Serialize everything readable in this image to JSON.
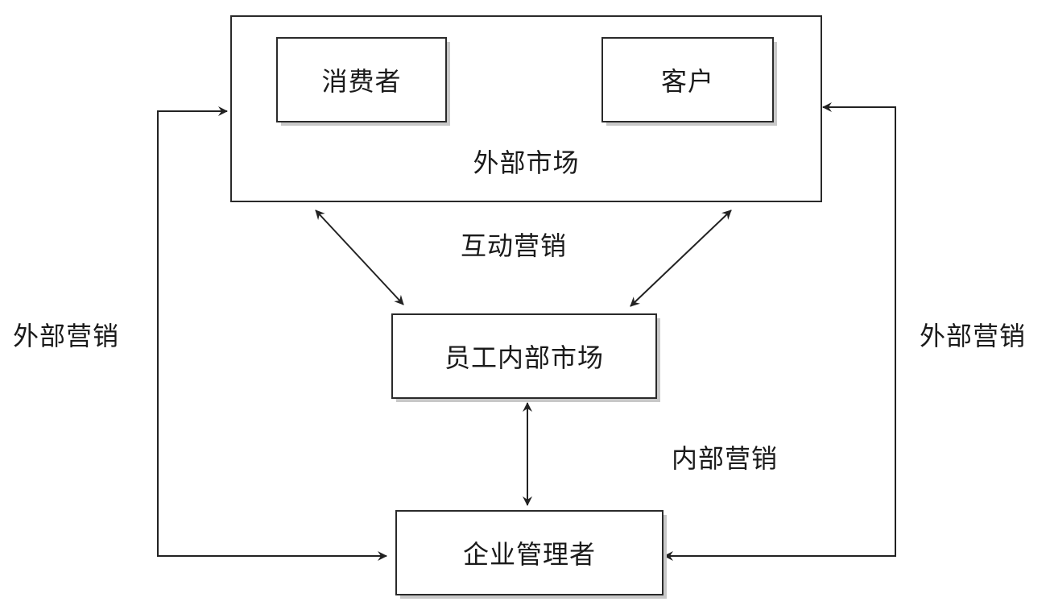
{
  "nodes": {
    "external_market": "外部市场",
    "consumer": "消费者",
    "customer": "客户",
    "employee_internal_market": "员工内部市场",
    "enterprise_manager": "企业管理者"
  },
  "edge_labels": {
    "interactive_marketing": "互动营销",
    "external_marketing_left": "外部营销",
    "external_marketing_right": "外部营销",
    "internal_marketing": "内部营销"
  }
}
